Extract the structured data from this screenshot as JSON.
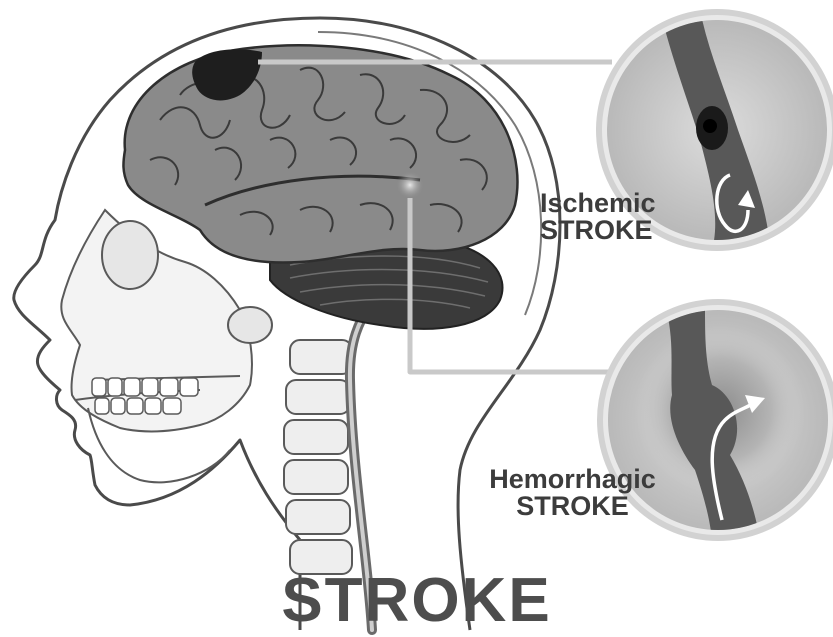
{
  "title": "STROKE",
  "ischemic": {
    "line1": "Ischemic",
    "line2": "STROKE"
  },
  "hemorrhagic": {
    "line1": "Hemorrhagic",
    "line2": "STROKE"
  },
  "colors": {
    "text": "#3c3c3c",
    "brain": "#8a8a8a",
    "cerebellum": "#3a3a3a",
    "damage": "#1e1e1e",
    "vessel": "#555555",
    "callout_ring": "#d5d5d5"
  },
  "icons": [
    "head-skull-icon",
    "brain-icon",
    "blood-vessel-icon",
    "flow-arrow-icon"
  ]
}
